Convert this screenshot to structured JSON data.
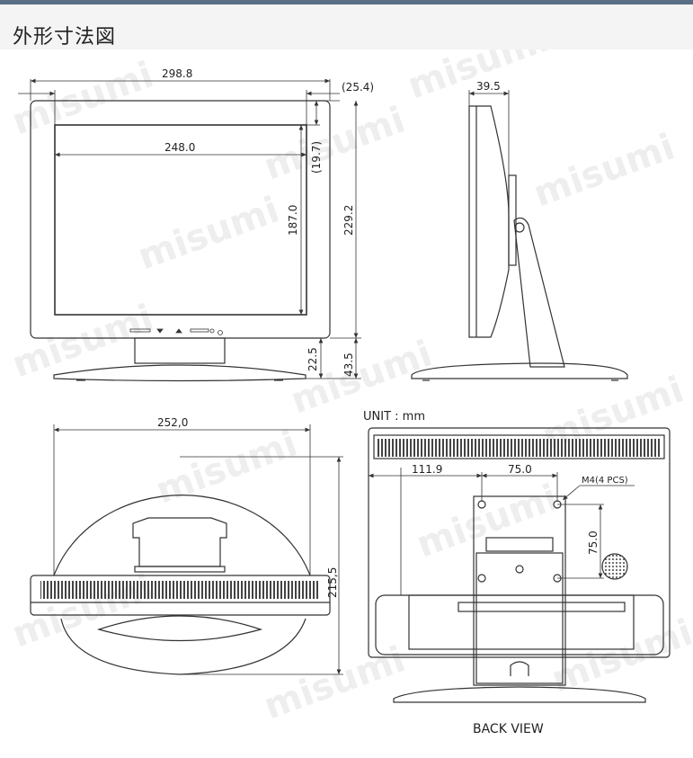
{
  "heading": {
    "title": "外形寸法図"
  },
  "watermark": {
    "text": "misumi"
  },
  "front_view": {
    "overall_width": "298.8",
    "bezel_offset": "(25.4)",
    "screen_width": "248.0",
    "screen_top_offset": "(19.7)",
    "screen_height": "187.0",
    "overall_height": "229.2",
    "base_height": "22.5",
    "stand_height": "43.5"
  },
  "side_view": {
    "depth": "39.5"
  },
  "top_view": {
    "base_width": "252,0",
    "base_depth": "215,5"
  },
  "back_view": {
    "units": "UNIT : mm",
    "offset_x": "111.9",
    "vesa_x": "75.0",
    "screws": "M4(4 PCS)",
    "vesa_y": "75.0",
    "caption": "BACK VIEW"
  },
  "colors": {
    "line": "#333333",
    "bar": "#5a6e84",
    "heading_bg": "#f4f4f4",
    "watermark": "#eeeeee"
  }
}
